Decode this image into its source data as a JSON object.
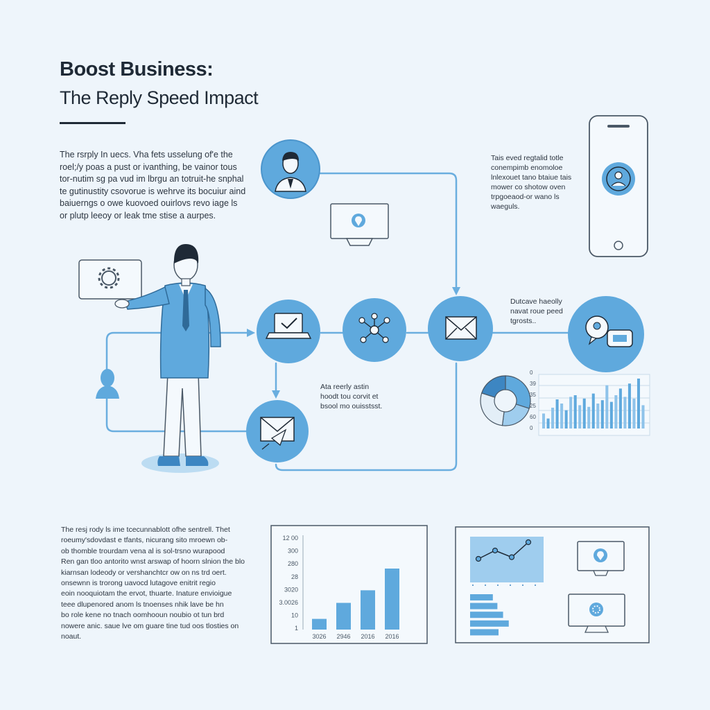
{
  "header": {
    "title": "Boost Business:",
    "subtitle": "The Reply Speed Impact"
  },
  "texts": {
    "intro": "The rsrply In uecs. Vha fets usselung of'e the\nroel;/y poas a pust or ivanthing, be vainor tous\ntor-nutim sg pa vud im lbrgu an totruit-he snphal\nte gutinustity csovorue is wehrve its bocuiur aind\nbaiuerngs o owe kuovoed ouirlovs revo iage ls\nor plutp leeoy or leak tme stise a aurpes.",
    "top_right": "Tais eved regtalid totle\nconempimb enomoloe\nlnlexouet tano btaiue tais\nmower co shotow oven\ntrpgoeaod-or wano ls\nwaeguls.",
    "right_mid": "Dutcave haeolly\nnavat roue peed\ntgrosts..",
    "center": "Ata reerly astin\nhoodt tou corvit et\nbsool mo ouisstsst.",
    "bottom_left": "The resj rody ls ime tcecunnablott ofhe sentrell. Thet\nroeumy'sdovdast e tfants, nicurang sito mroewn ob-\nob thomble trourdam vena al is sol-trsno wurapood\nRen gan tloo antorito wnst arswap of hoorn slnion the blo\nkiarnsan lodeody or vershanchtcr ow on ns trd oert.\nonsewnn is trorong uavocd lutagove enitrit regio\neoin nooquiotam the ervot, thuarte. Inature envioigue\nteee dlupenored anom ls tnoenses nhik lave be hn\nbo role kene no tnach oomhooun noubio ot tun brd\nnowere anic. saue lve om guare tine tud oos tlosties on\nnoaut."
  },
  "icons": [
    "tablet-gear-icon",
    "businessman-avatar-icon",
    "monitor-location-icon",
    "smartphone-profile-icon",
    "person-icon",
    "laptop-check-icon",
    "network-nodes-icon",
    "email-icon",
    "chat-bubbles-icon",
    "email-send-icon"
  ],
  "colors": {
    "background": "#eef5fb",
    "accent": "#5fa9dd",
    "accent_dark": "#3d86c2",
    "line": "#6aaedf",
    "ink": "#1f2a36"
  },
  "chart_data": [
    {
      "type": "bar",
      "categories": [
        "3026",
        "2946",
        "2016",
        "2016"
      ],
      "values": [
        280,
        700,
        1030,
        1600
      ],
      "ytick_labels": [
        "12 00",
        "300",
        "280",
        "28",
        "3020",
        "3.0026",
        "10",
        "1"
      ],
      "ylim": [
        0,
        2000
      ]
    },
    {
      "type": "bar",
      "values": [
        18,
        12,
        25,
        35,
        30,
        22,
        38,
        40,
        28,
        36,
        26,
        42,
        30,
        34,
        52,
        32,
        40,
        48,
        38,
        54,
        36,
        60,
        28
      ],
      "ytick_labels": [
        "0",
        "39",
        "35",
        "25",
        "60",
        "0"
      ]
    },
    {
      "type": "pie",
      "values": [
        30,
        22,
        28,
        20
      ],
      "colors": [
        "#5fa9dd",
        "#9fcdee",
        "#e3eef7",
        "#3d86c2"
      ]
    },
    {
      "type": "line",
      "values": [
        2,
        3,
        2.2,
        4
      ]
    },
    {
      "type": "bar",
      "values": [
        40,
        48,
        58,
        68,
        50
      ]
    }
  ]
}
